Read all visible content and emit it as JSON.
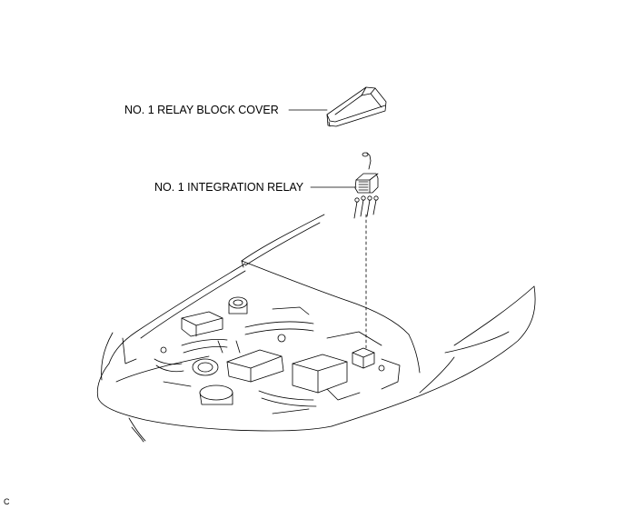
{
  "callouts": {
    "relay_block_cover": "NO. 1 RELAY BLOCK COVER",
    "integration_relay": "NO. 1 INTEGRATION RELAY"
  },
  "figure_code": "C",
  "colors": {
    "line": "#000000",
    "background": "#ffffff"
  }
}
